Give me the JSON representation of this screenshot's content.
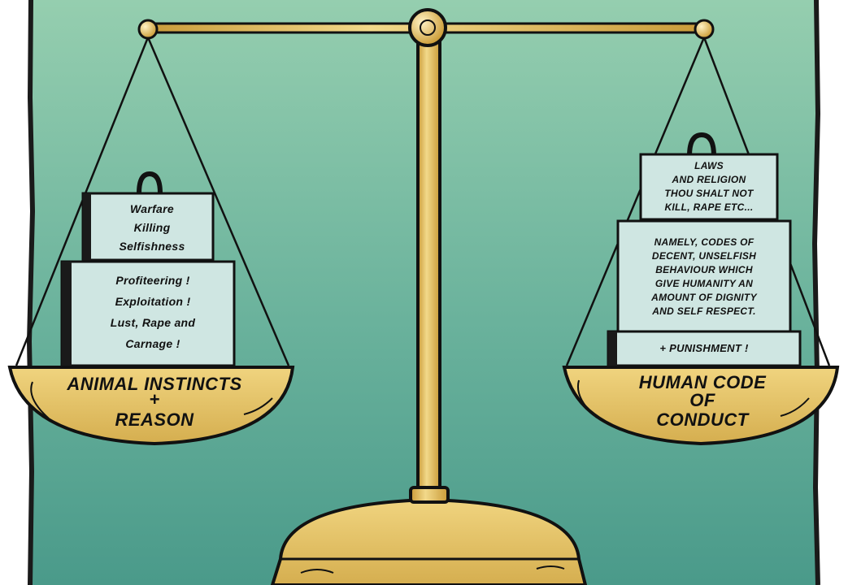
{
  "colors": {
    "background_light": "#8fcaa9",
    "background_dark": "#4a9a8a",
    "gold": "#e8c86e",
    "gold_dark": "#b98f2e",
    "weight": "#cfe6e2",
    "ink": "#111111"
  },
  "left_pan": {
    "label_lines": [
      "ANIMAL INSTINCTS",
      "+",
      "REASON"
    ],
    "top_weight": [
      "Warfare",
      "Killing",
      "Selfishness"
    ],
    "bottom_weight": [
      "Profiteering !",
      "Exploitation !",
      "Lust, Rape and",
      "Carnage !"
    ]
  },
  "right_pan": {
    "label_lines": [
      "HUMAN CODE",
      "OF",
      "CONDUCT"
    ],
    "top_weight": [
      "LAWS",
      "AND RELIGION",
      "THOU SHALT NOT",
      "KILL, RAPE ETC..."
    ],
    "middle_weight": [
      "NAMELY, CODES OF",
      "DECENT, UNSELFISH",
      "BEHAVIOUR WHICH",
      "GIVE HUMANITY AN",
      "AMOUNT OF DIGNITY",
      "AND SELF RESPECT."
    ],
    "bottom_weight": [
      "+ PUNISHMENT !"
    ]
  }
}
